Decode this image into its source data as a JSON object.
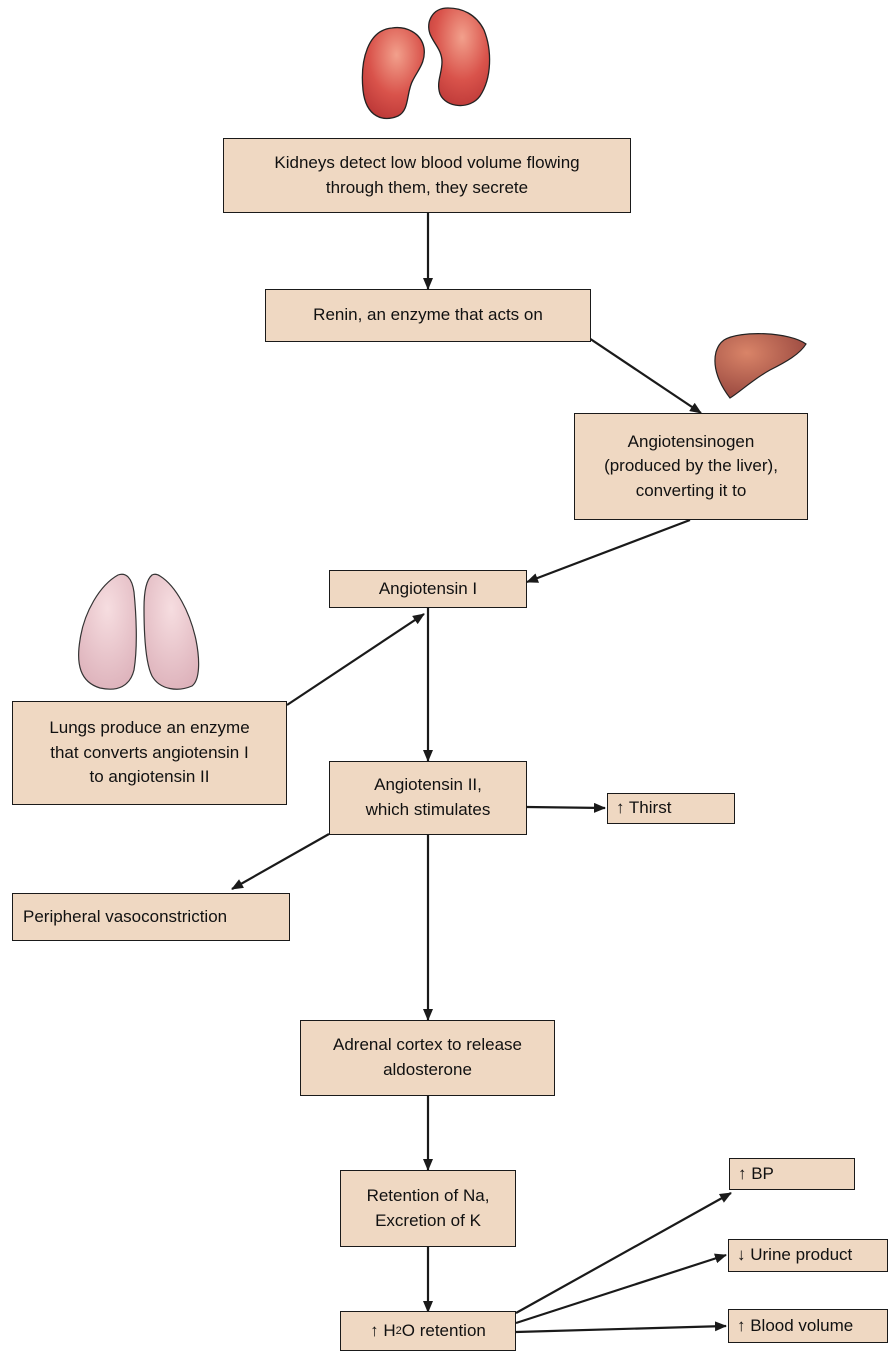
{
  "nodes": {
    "kidneys_detect": "Kidneys detect low blood volume flowing\nthrough them, they secrete",
    "renin": "Renin, an enzyme that acts on",
    "angiotensinogen": "Angiotensinogen\n(produced by the liver),\nconverting it to",
    "angiotensin_1": "Angiotensin I",
    "lungs_enzyme": "Lungs produce an enzyme\nthat converts angiotensin I\nto angiotensin II",
    "angiotensin_2": "Angiotensin II,\nwhich stimulates",
    "thirst": "↑ Thirst",
    "vasoconstriction": "Peripheral vasoconstriction",
    "adrenal_cortex": "Adrenal cortex to release\naldosterone",
    "retention_na": "Retention of Na,\nExcretion of K",
    "h2o_retention": {
      "prefix": "↑ H",
      "subscript": "2",
      "suffix": "O retention"
    },
    "bp": "↑ BP",
    "urine": "↓ Urine product",
    "blood_volume": "↑ Blood volume"
  },
  "illustrations": {
    "kidneys": "kidneys-illustration",
    "liver": "liver-illustration",
    "lungs": "lungs-illustration"
  },
  "colors": {
    "box_fill": "#efd8c2",
    "kidney": "#c9403e",
    "liver": "#a5524a",
    "lungs": "#e8c3cb",
    "arrow": "#1a1a1a"
  }
}
